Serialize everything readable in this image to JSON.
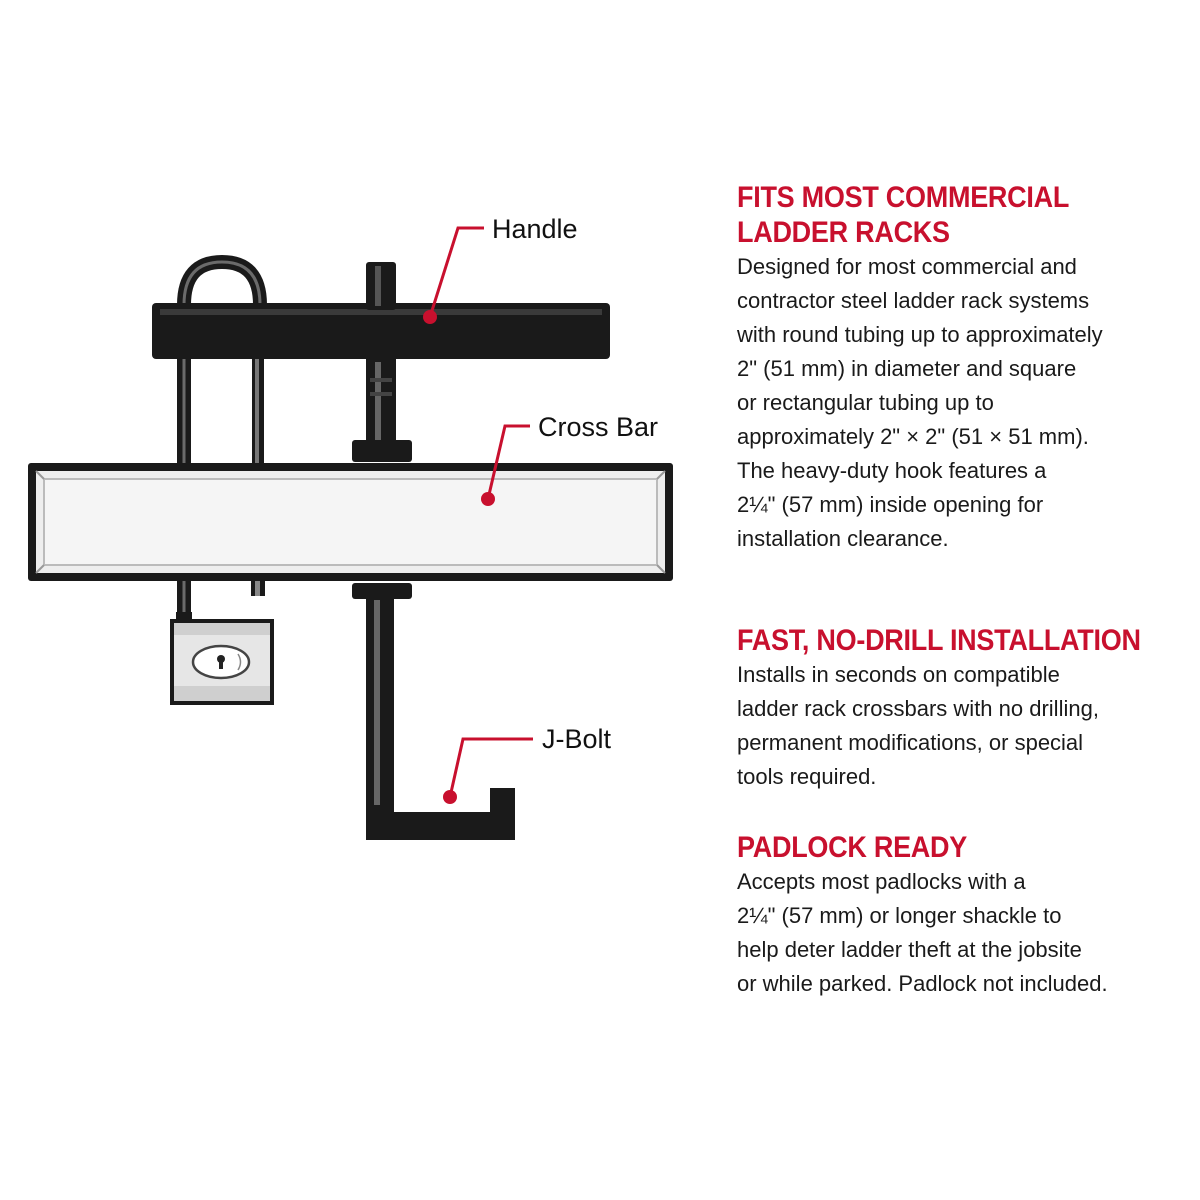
{
  "colors": {
    "accent": "#c8102e",
    "bar_dark": "#1a1a1a",
    "crossbar_fill": "#eeeeee"
  },
  "callouts": {
    "handle": "Handle",
    "cross_bar": "Cross Bar",
    "j_bolt": "J-Bolt"
  },
  "sections": [
    {
      "heading_lines": [
        "FITS MOST COMMERCIAL",
        "LADDER RACKS"
      ],
      "body_lines": [
        "Designed for most commercial and",
        "contractor steel ladder rack systems",
        "with round tubing up to approximately",
        "2\" (51 mm) in diameter and square",
        "or rectangular tubing up to",
        "approximately 2\" × 2\" (51 × 51 mm).",
        "The heavy-duty hook features a",
        "2¼\" (57 mm) inside opening for",
        "installation clearance."
      ]
    },
    {
      "heading_lines": [
        "FAST, NO-DRILL INSTALLATION"
      ],
      "body_lines": [
        "Installs in seconds on compatible",
        "ladder rack crossbars with no drilling,",
        "permanent modifications, or special",
        "tools required."
      ]
    },
    {
      "heading_lines": [
        "PADLOCK READY"
      ],
      "body_lines": [
        "Accepts most padlocks with a",
        "2¼\" (57 mm) or longer shackle to",
        "help deter ladder theft at the jobsite",
        "or while parked. Padlock not included."
      ]
    }
  ]
}
